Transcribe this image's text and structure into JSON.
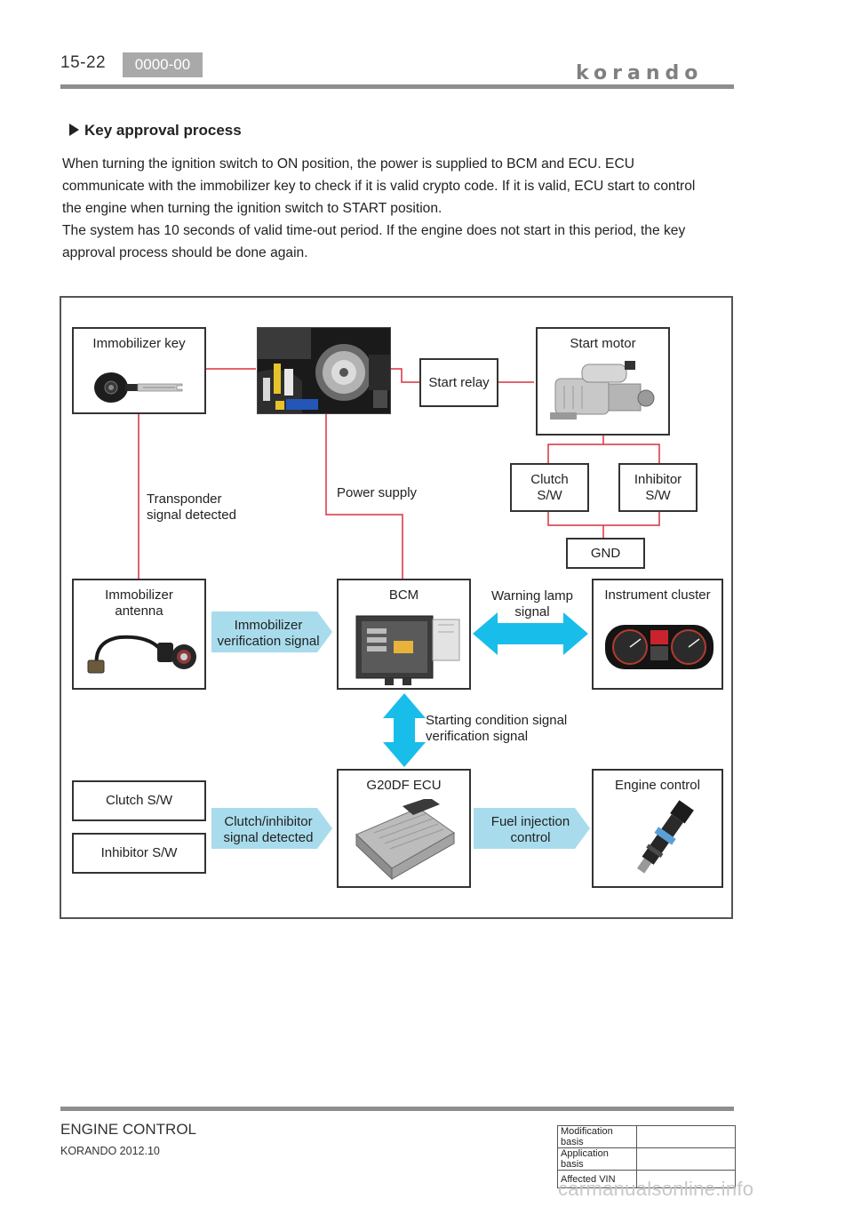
{
  "header": {
    "page_number": "15-22",
    "code_badge": "0000-00",
    "brand": "korando"
  },
  "section": {
    "title": "Key approval process",
    "paragraphs": [
      "When turning the ignition switch to ON position, the power is supplied to BCM and ECU. ECU",
      "communicate with the immobilizer key to check if it is valid crypto code. If it is valid, ECU start to control",
      "the engine when turning the ignition switch to START position.",
      "The system has 10 seconds of valid time-out period. If the engine does not start in this period, the key",
      "approval process should be done again."
    ]
  },
  "diagram": {
    "immobilizer_key": "Immobilizer key",
    "start_relay": "Start relay",
    "start_motor": "Start motor",
    "clutch_sw": [
      "Clutch",
      "S/W"
    ],
    "inhibitor_sw": [
      "Inhibitor",
      "S/W"
    ],
    "gnd": "GND",
    "transponder": [
      "Transponder",
      "signal detected"
    ],
    "power_supply": "Power supply",
    "immobilizer_antenna": [
      "Immobilizer",
      "antenna"
    ],
    "immobilizer_verification": [
      "Immobilizer",
      "verification signal"
    ],
    "bcm": "BCM",
    "warning_lamp": [
      "Warning lamp",
      "signal"
    ],
    "instrument_cluster": "Instrument cluster",
    "starting_condition": [
      "Starting condition signal",
      "verification signal"
    ],
    "clutch_sw_box": "Clutch S/W",
    "inhibitor_sw_box": "Inhibitor S/W",
    "clutch_inhibitor_detected": [
      "Clutch/inhibitor",
      "signal detected"
    ],
    "ecu": "G20DF ECU",
    "fuel_injection": [
      "Fuel injection",
      "control"
    ],
    "engine_control": "Engine control"
  },
  "footer": {
    "title": "ENGINE CONTROL",
    "subtitle": "KORANDO 2012.10",
    "table": [
      {
        "label": "Modification basis",
        "value": ""
      },
      {
        "label": "Application basis",
        "value": ""
      },
      {
        "label": "Affected VIN",
        "value": ""
      }
    ],
    "watermark": "carmanualsonline.info"
  },
  "colors": {
    "connector_line": "#d9313f",
    "arrow_fill": "#19bdea",
    "chevron_fill": "#a8dcec",
    "rule_gray": "#8e8e8e"
  }
}
